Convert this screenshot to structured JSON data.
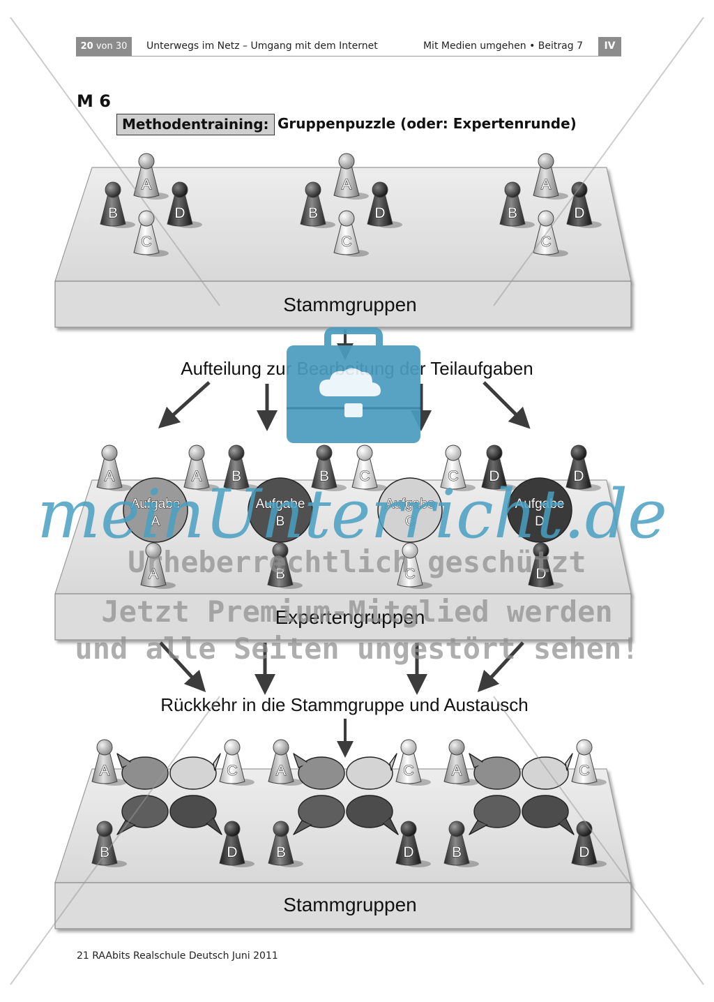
{
  "header": {
    "page_number": "20",
    "page_of": "von 30",
    "title": "Unterwegs im Netz – Umgang mit dem Internet",
    "right": "Mit Medien umgehen • Beitrag 7",
    "level": "IV"
  },
  "material": {
    "label": "M 6",
    "box_label": "Methodentraining:",
    "subtitle": "Gruppenpuzzle (oder: Expertenrunde)"
  },
  "diagram": {
    "platform_top": "Stammgruppen",
    "caption_split": "Aufteilung zur Bearbeitung der Teilaufgaben",
    "platform_middle": "Expertengruppen",
    "caption_return": "Rückkehr in die Stammgruppe und Austausch",
    "platform_bottom": "Stammgruppen",
    "tasks": [
      {
        "word": "Aufgabe",
        "letter": "A"
      },
      {
        "word": "Aufgabe",
        "letter": "B"
      },
      {
        "word": "Aufgabe",
        "letter": "C"
      },
      {
        "word": "Aufgabe",
        "letter": "D"
      }
    ],
    "pawn_letters": [
      "A",
      "B",
      "C",
      "D"
    ]
  },
  "watermark": {
    "script": "meinUnterricht.de",
    "line1": "Urheberrechtlich geschützt",
    "line2": "Jetzt Premium-Mitglied werden",
    "line3": "und alle Seiten ungestört sehen!"
  },
  "footer": "21 RAAbits Realschule Deutsch Juni 2011",
  "colors": {
    "pawn_a": "#b8b8b8",
    "pawn_b": "#5a5a5a",
    "pawn_c": "#e6e6e6",
    "pawn_d": "#3e3e3e",
    "watermark_blue": "#4aa0c2"
  }
}
